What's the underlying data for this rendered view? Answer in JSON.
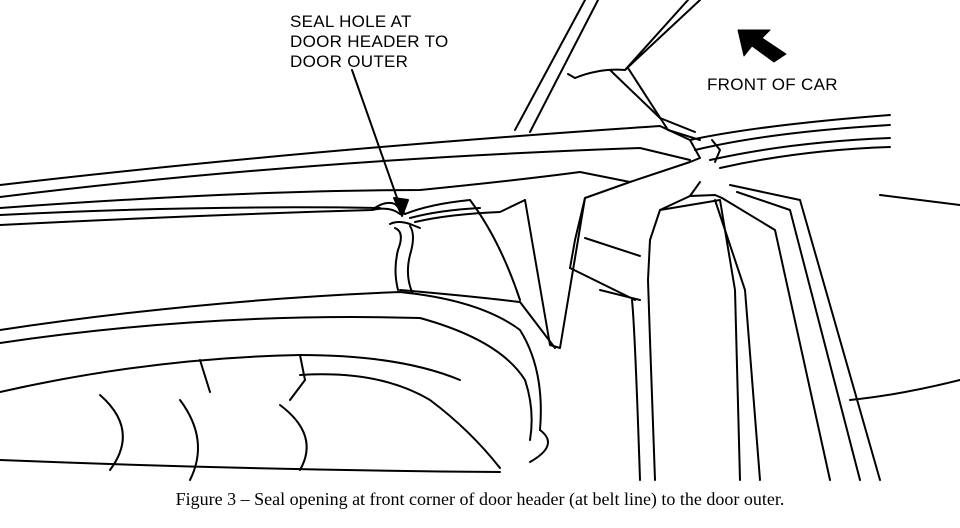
{
  "callouts": {
    "seal_hole_lines": [
      "SEAL HOLE AT",
      "DOOR HEADER TO",
      "DOOR OUTER"
    ],
    "front_of_car": "FRONT OF CAR"
  },
  "caption": "Figure 3 – Seal opening at front corner of door header (at belt line) to the door outer."
}
